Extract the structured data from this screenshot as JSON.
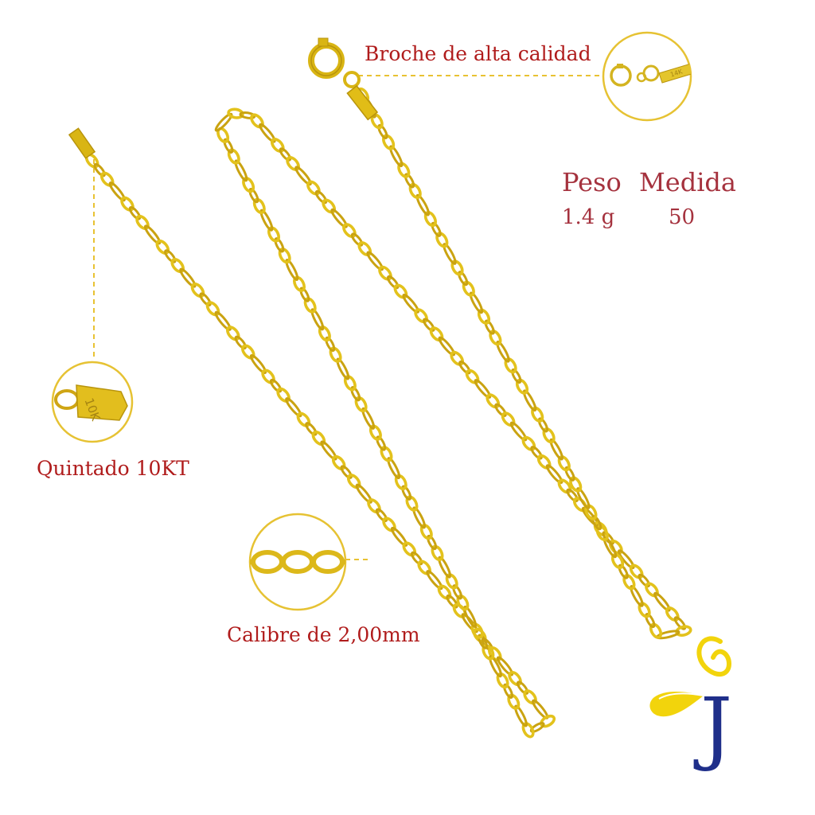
{
  "callouts": {
    "clasp": "Broche de alta calidad",
    "stamp": "Quintado 10KT",
    "gauge": "Calibre de 2,00mm"
  },
  "specs": {
    "weight_label": "Peso",
    "size_label": "Medida",
    "weight_value": "1.4 g",
    "size_value": "50"
  },
  "stamp_mark": "10K",
  "clasp_mark": "14K",
  "logo_letter": "J",
  "colors": {
    "gold": "#e3c21c",
    "gold_dark": "#b8940c",
    "label_red": "#b01c1c",
    "spec_red": "#a5323e",
    "logo_yellow": "#f2d40c",
    "logo_blue": "#1f2f8a",
    "callout_line": "#e8c233"
  }
}
